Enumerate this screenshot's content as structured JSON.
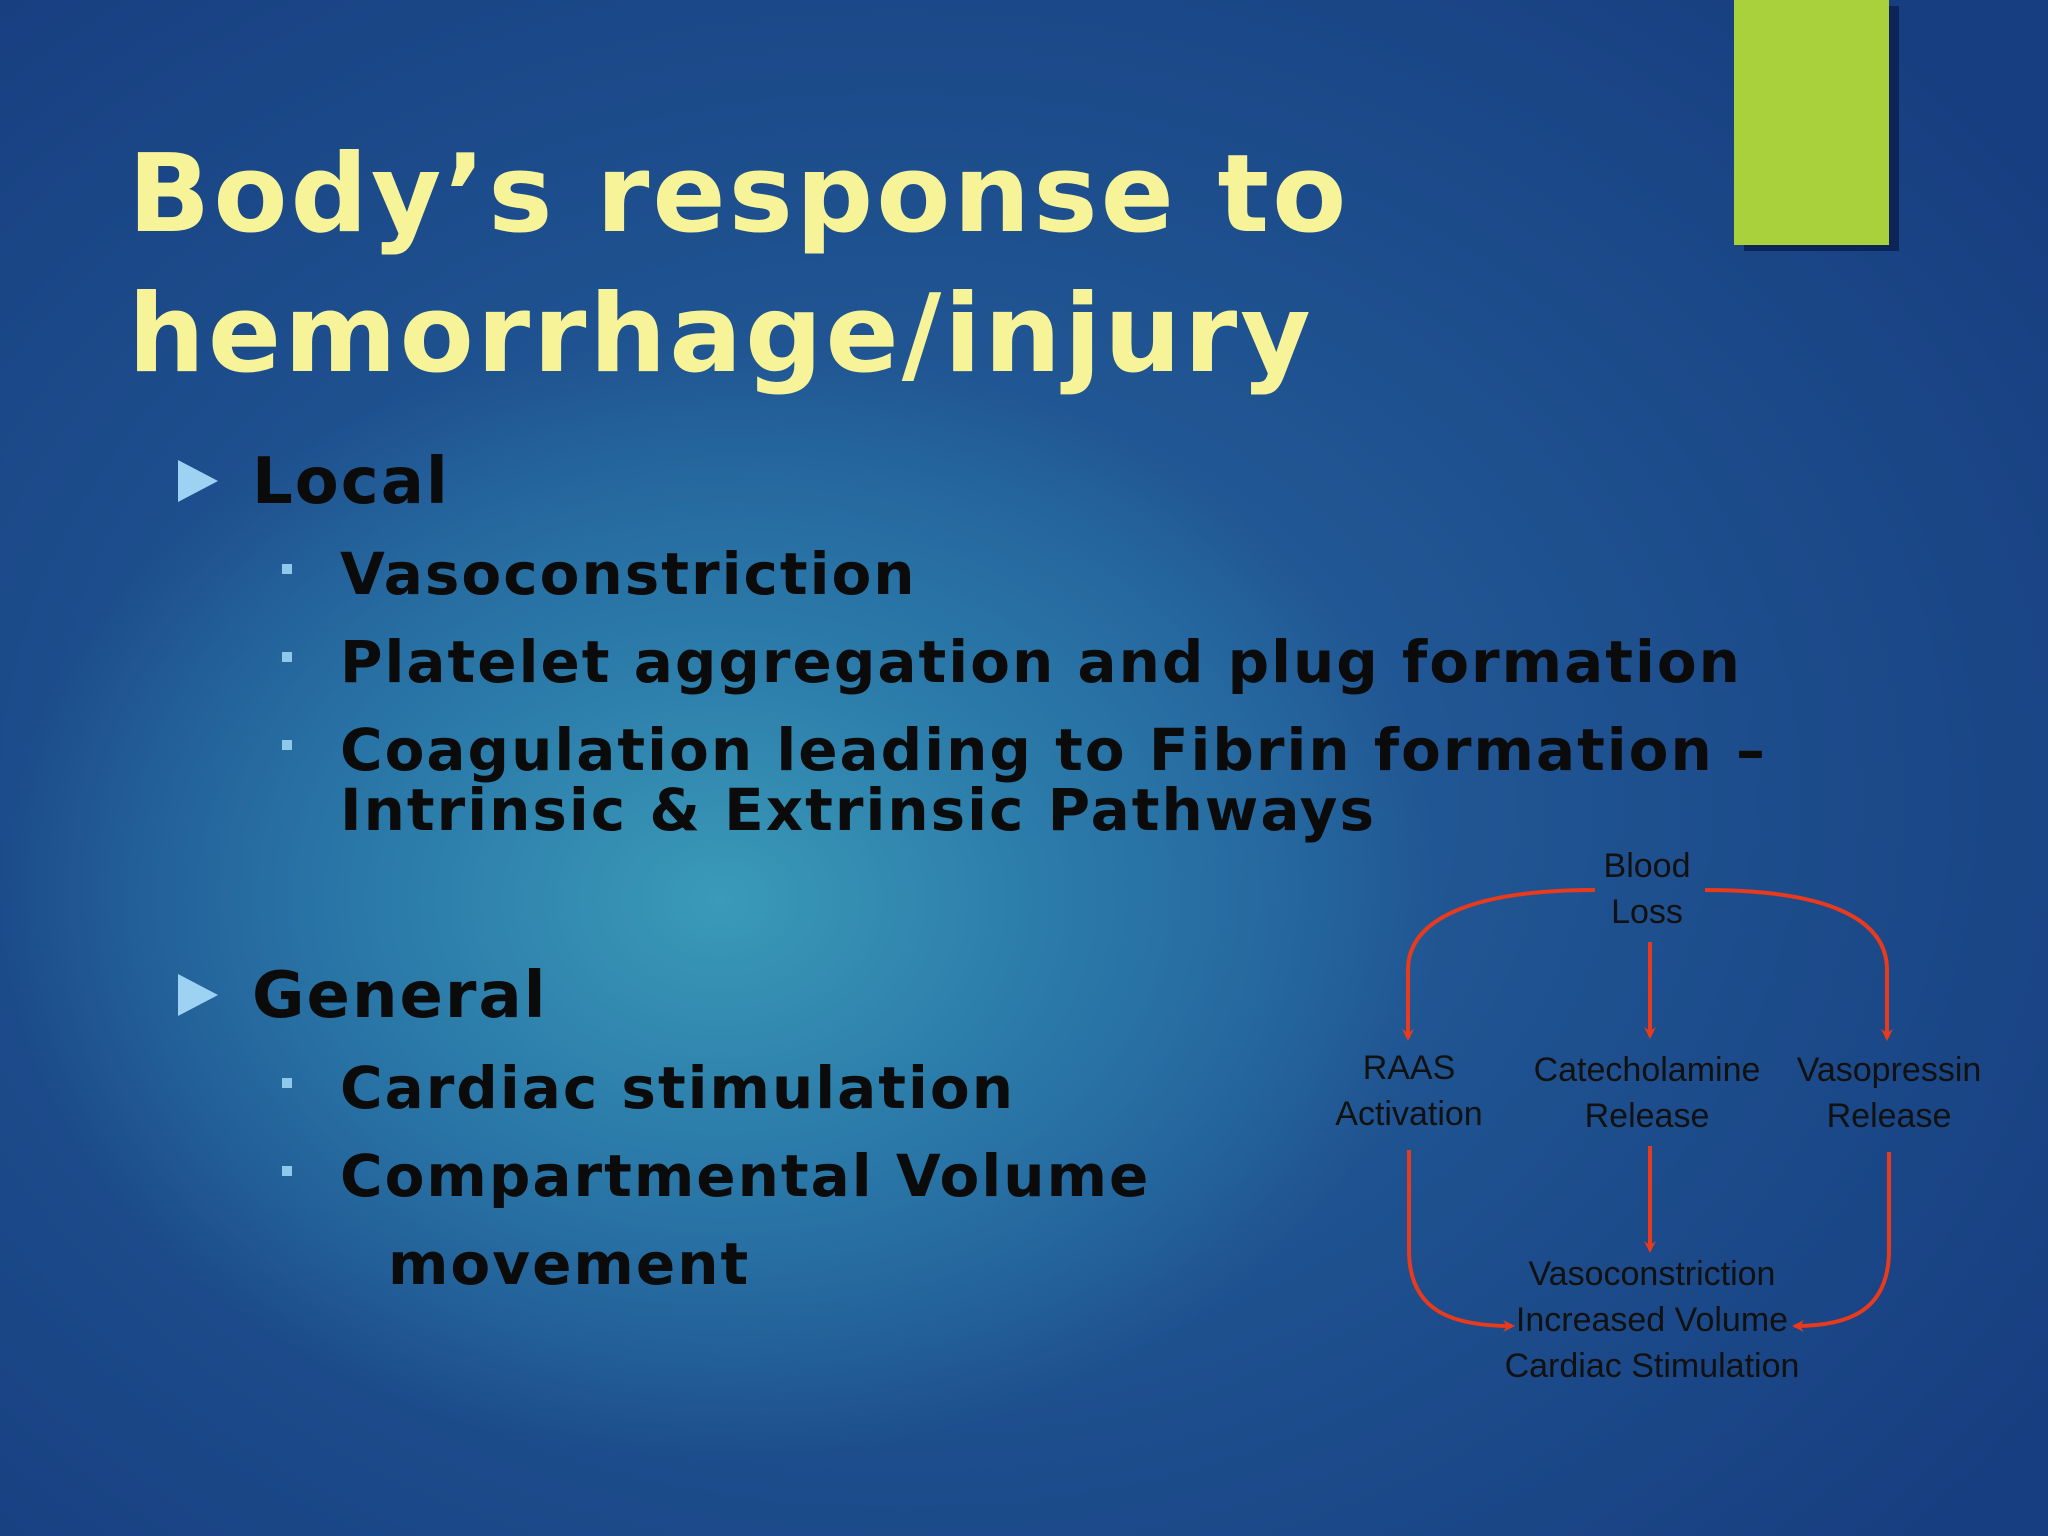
{
  "title": {
    "line1": "Body’s response to",
    "line2": "hemorrhage/injury"
  },
  "sections": [
    {
      "heading": "Local",
      "items": [
        "Vasoconstriction",
        "Platelet aggregation and plug formation",
        "Coagulation leading to Fibrin formation –Intrinsic & Extrinsic Pathways"
      ]
    },
    {
      "heading": "General",
      "items": [
        "Cardiac stimulation",
        "Compartmental Volume",
        "movement"
      ]
    }
  ],
  "diagram": {
    "top": [
      "Blood",
      "Loss"
    ],
    "left": [
      "RAAS",
      "Activation"
    ],
    "center": [
      "Catecholamine",
      "Release"
    ],
    "right": [
      "Vasopressin",
      "Release"
    ],
    "bottom": [
      "Vasoconstriction",
      "Increased Volume",
      "Cardiac Stimulation"
    ]
  },
  "colors": {
    "title": "#f7f398",
    "accent_bar": "#a9d13c",
    "bullet_marker": "#9ed2f2",
    "arrow": "#e83a1c",
    "background": "#1d4d8c"
  }
}
